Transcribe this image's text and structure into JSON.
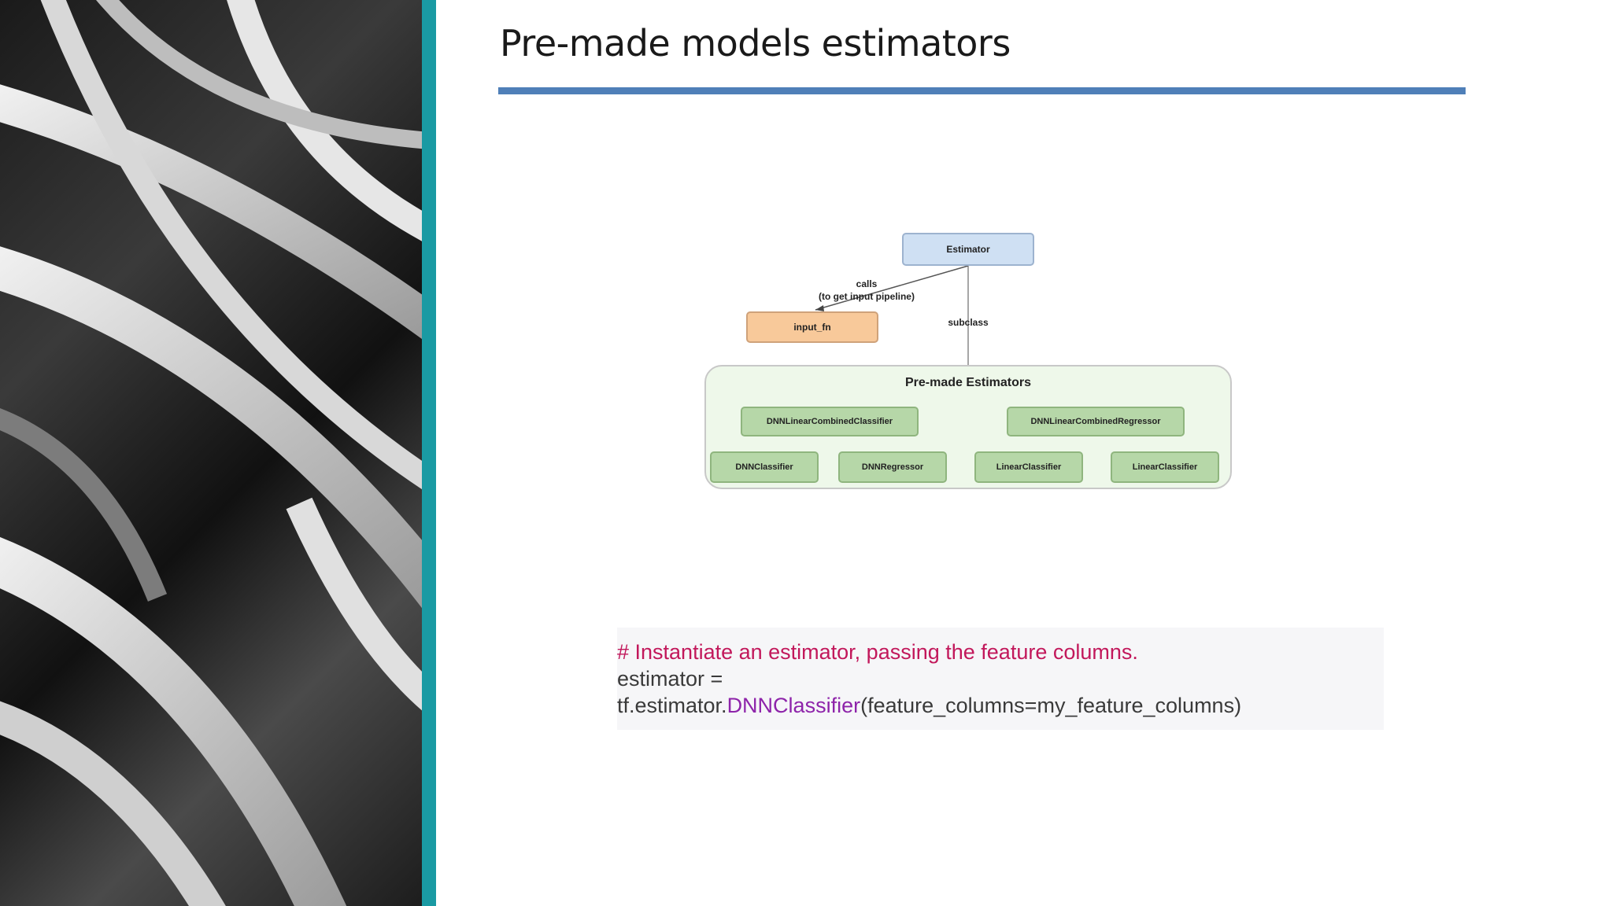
{
  "slide": {
    "title": "Pre-made models estimators"
  },
  "colors": {
    "accent_teal": "#1a9aa3",
    "title_rule": "#4f7fb8",
    "code_comment": "#c2185b",
    "code_class": "#8e24aa"
  },
  "diagram": {
    "estimator": "Estimator",
    "input_fn": "input_fn",
    "calls_label_line1": "calls",
    "calls_label_line2": "(to get input pipeline)",
    "subclass_label": "subclass",
    "group_title": "Pre-made Estimators",
    "row1": [
      "DNNLinearCombinedClassifier",
      "DNNLinearCombinedRegressor"
    ],
    "row2": [
      "DNNClassifier",
      "DNNRegressor",
      "LinearClassifier",
      "LinearClassifier"
    ]
  },
  "code": {
    "comment": "# Instantiate an estimator, passing the feature columns.",
    "line2": "estimator =",
    "line3_prefix": "tf.estimator.",
    "line3_class": "DNNClassifier",
    "line3_suffix": "(feature_columns=my_feature_columns)"
  }
}
